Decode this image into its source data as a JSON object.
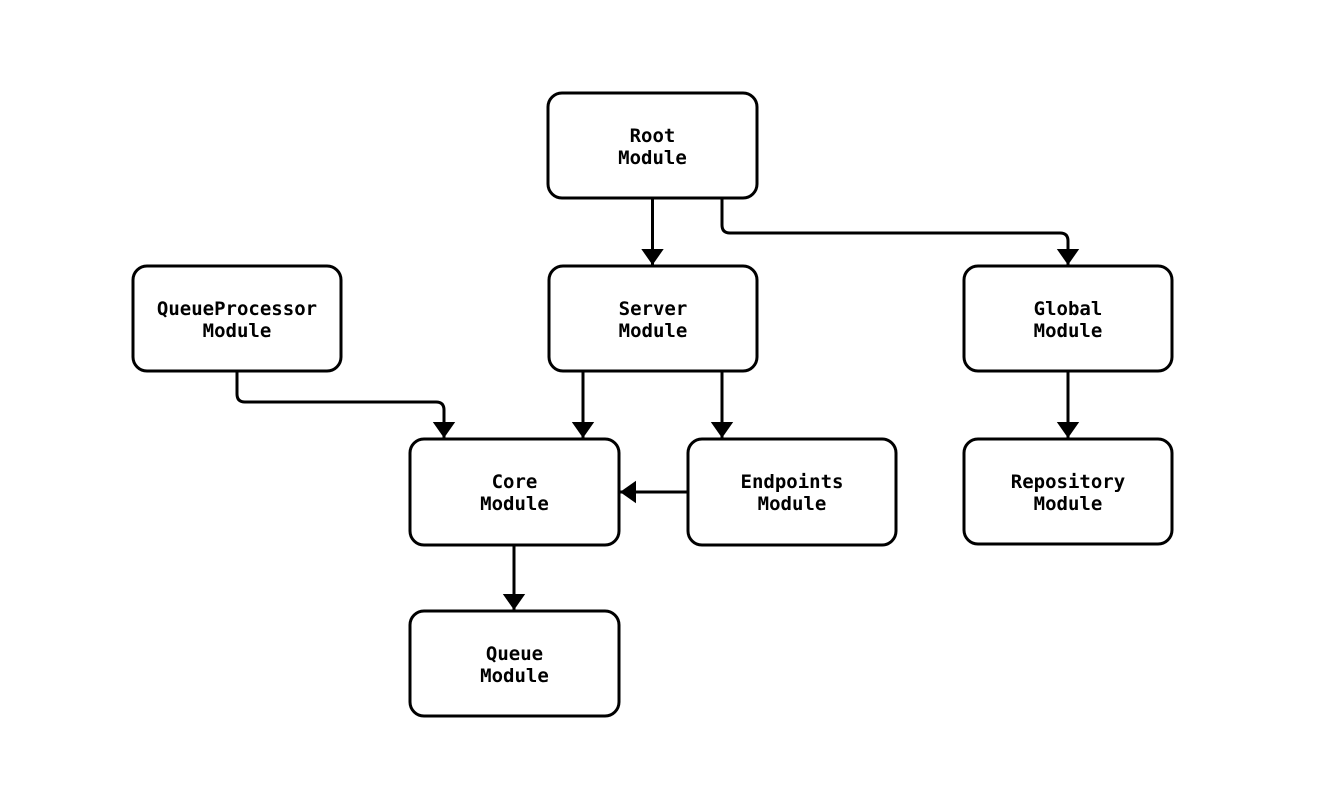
{
  "diagram": {
    "type": "module-dependency-graph",
    "colors": {
      "background": "#ffffff",
      "node_fill": "#ffffff",
      "node_border": "#000000",
      "edge": "#000000",
      "text": "#000000"
    },
    "nodes": [
      {
        "id": "root-module",
        "line1": "Root",
        "line2": "Module"
      },
      {
        "id": "queue-processor-module",
        "line1": "QueueProcessor",
        "line2": "Module"
      },
      {
        "id": "server-module",
        "line1": "Server",
        "line2": "Module"
      },
      {
        "id": "global-module",
        "line1": "Global",
        "line2": "Module"
      },
      {
        "id": "core-module",
        "line1": "Core",
        "line2": "Module"
      },
      {
        "id": "endpoints-module",
        "line1": "Endpoints",
        "line2": "Module"
      },
      {
        "id": "repository-module",
        "line1": "Repository",
        "line2": "Module"
      },
      {
        "id": "queue-module",
        "line1": "Queue",
        "line2": "Module"
      }
    ],
    "edges": [
      {
        "from": "root-module",
        "to": "server-module"
      },
      {
        "from": "root-module",
        "to": "global-module"
      },
      {
        "from": "queue-processor-module",
        "to": "core-module"
      },
      {
        "from": "server-module",
        "to": "core-module"
      },
      {
        "from": "server-module",
        "to": "endpoints-module"
      },
      {
        "from": "endpoints-module",
        "to": "core-module"
      },
      {
        "from": "global-module",
        "to": "repository-module"
      },
      {
        "from": "core-module",
        "to": "queue-module"
      }
    ]
  }
}
